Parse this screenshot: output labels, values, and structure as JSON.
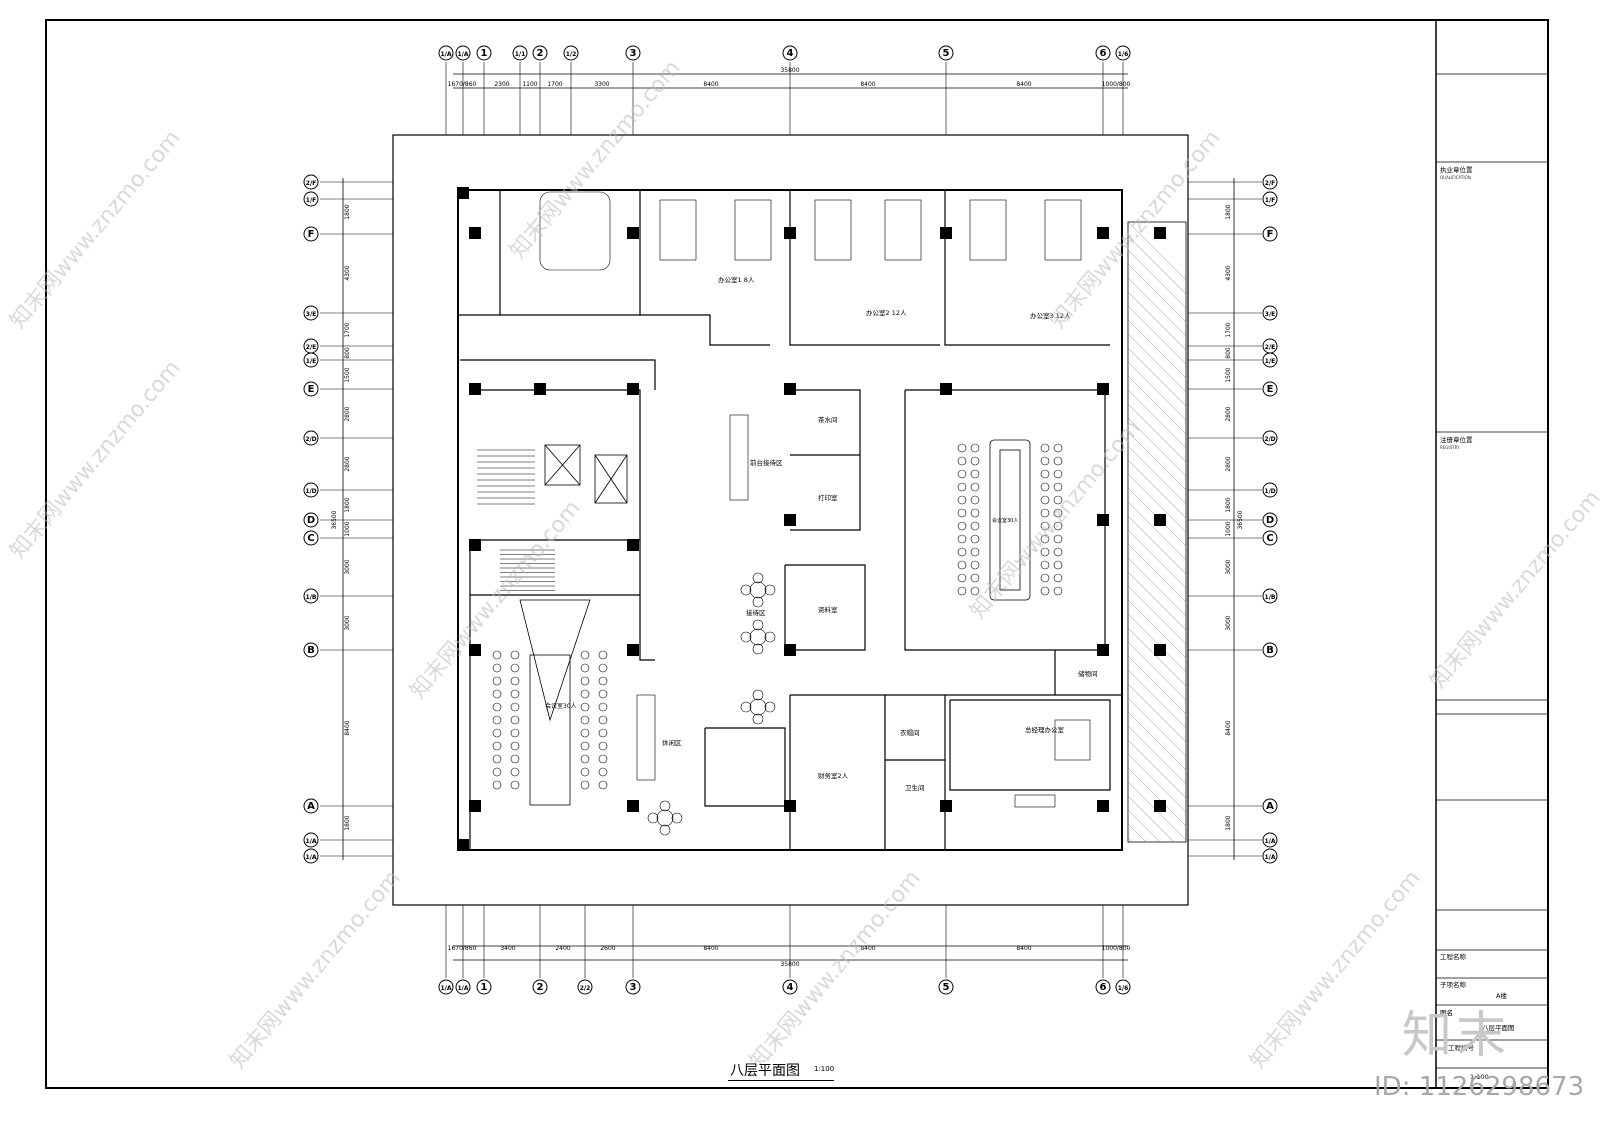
{
  "drawing": {
    "title": "八层平面图",
    "scale": "1:100"
  },
  "axes": {
    "top_labels": [
      "1/A",
      "1/A",
      "1",
      "1/1",
      "2",
      "1/2",
      "3",
      "4",
      "5",
      "6",
      "1/6"
    ],
    "bottom_labels": [
      "1/A",
      "1/A",
      "1",
      "2",
      "2/2",
      "3",
      "4",
      "5",
      "6",
      "1/6"
    ],
    "side_labels": [
      "2/F",
      "1/F",
      "F",
      "3/E",
      "2/E",
      "1/E",
      "E",
      "2/D",
      "1/D",
      "D",
      "C",
      "1/B",
      "B",
      "A",
      "1/A",
      "1/A"
    ],
    "top_dims": [
      "1670/860",
      "2300",
      "1100",
      "1700",
      "3300",
      "8400",
      "8400",
      "8400",
      "1000/800"
    ],
    "bottom_dims": [
      "1670/860",
      "3400",
      "2400",
      "2600",
      "8400",
      "8400",
      "8400",
      "1000/800"
    ],
    "overall_dim": "35800",
    "side_dims": [
      "1800",
      "4300",
      "1700",
      "800",
      "1500",
      "2800",
      "2800",
      "1800",
      "1000",
      "3000",
      "3000",
      "8400",
      "1800"
    ],
    "side_overall": "36500"
  },
  "rooms": {
    "office1": "办公室1 8人",
    "office2": "办公室2 12人",
    "office3": "办公室3 12人",
    "tea_room": "茶水间",
    "reception": "前台接待区",
    "print_room": "打印室",
    "waiting": "接待区",
    "archive": "资料室",
    "meeting_large": "会议室30人",
    "meeting_left": "会议室30人",
    "lounge": "休闲区",
    "storage": "储物间",
    "finance": "财务室2人",
    "cloak": "衣帽间",
    "toilet": "卫生间",
    "gm_office": "总经理办公室"
  },
  "title_block": {
    "stamp_label": "执业章位置",
    "stamp_sub": "QUALIFICATION",
    "reg_label": "注册章位置",
    "reg_sub": "REGISTRY",
    "project_label": "工程名称",
    "project_value": "A楼",
    "sub_label": "子项名称",
    "drawing_label": "图名",
    "drawing_value": "八层平面图",
    "number_label": "工程编号",
    "scale_value": "1:100"
  },
  "watermark": {
    "site": "知末网www.znzmo.com",
    "brand": "知末",
    "id": "ID: 1126298673"
  }
}
